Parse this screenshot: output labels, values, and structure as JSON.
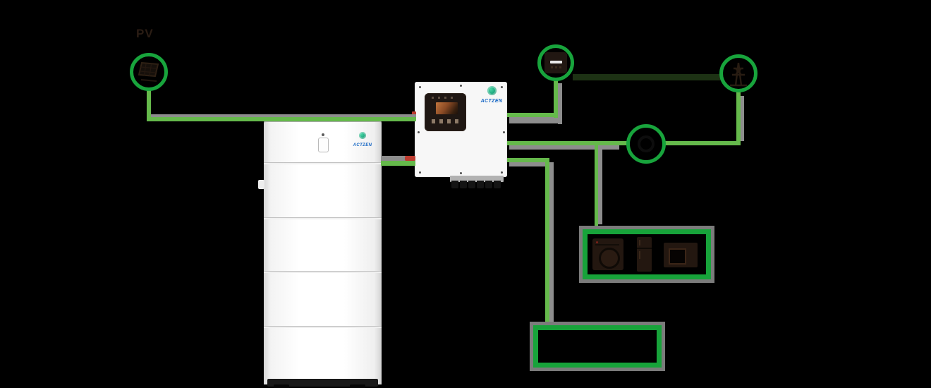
{
  "background": "#000000",
  "labels": {
    "pv": "PV",
    "inverter_logo": "ACTZEN",
    "battery_logo": "ACTZEN"
  },
  "colors": {
    "wire_green": "#65b94b",
    "ring_green": "#18a43c",
    "box_green": "#17a33a",
    "sheath_gray": "#8d8d8d",
    "outline_gray": "#7b7b7b",
    "link_dark_green": "#1d3214",
    "connector_red": "#bd3b2f",
    "logo_blue": "#1566c4",
    "logo_teal": "#1aa37a",
    "device_white": "#f7f7f7",
    "icon_dark": "#231710"
  },
  "nodes": {
    "solar": {
      "icon": "solar-panel-icon",
      "label": "PV"
    },
    "smart_meter": {
      "icon": "power-meter-icon"
    },
    "grid": {
      "icon": "grid-tower-icon"
    },
    "ct_meter": {
      "icon": "ct-clamp-icon"
    },
    "inverter": {
      "logo": "ACTZEN",
      "display": "lcd-screen"
    },
    "battery": {
      "logo": "ACTZEN",
      "modules": 5
    },
    "household_loads": {
      "icons": [
        "washing-machine-icon",
        "refrigerator-icon",
        "television-icon"
      ]
    },
    "backup_loads": {
      "icons": []
    }
  }
}
